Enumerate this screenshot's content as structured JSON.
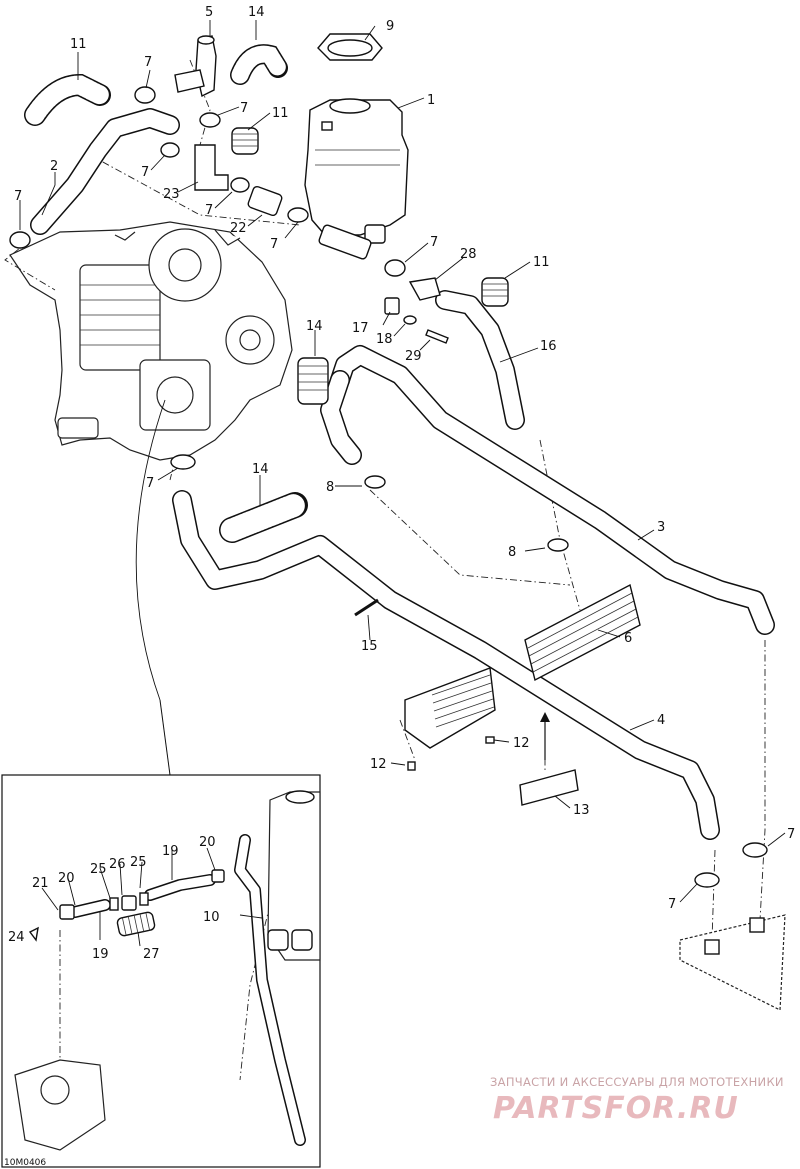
{
  "callouts": {
    "c1": "1",
    "c2": "2",
    "c3": "3",
    "c4": "4",
    "c5": "5",
    "c6": "6",
    "c7": "7",
    "c8": "8",
    "c9": "9",
    "c10": "10",
    "c11": "11",
    "c12": "12",
    "c13": "13",
    "c14": "14",
    "c15": "15",
    "c16": "16",
    "c17": "17",
    "c18": "18",
    "c19": "19",
    "c20": "20",
    "c21": "21",
    "c22": "22",
    "c23": "23",
    "c24": "24",
    "c25": "25",
    "c26": "26",
    "c27": "27",
    "c28": "28",
    "c29": "29"
  },
  "watermark": {
    "tagline": "ЗАПЧАСТИ И АКСЕССУАРЫ ДЛЯ МОТОТЕХНИКИ",
    "brand": "PARTSFOR.RU"
  },
  "reference_code": "10M0406"
}
